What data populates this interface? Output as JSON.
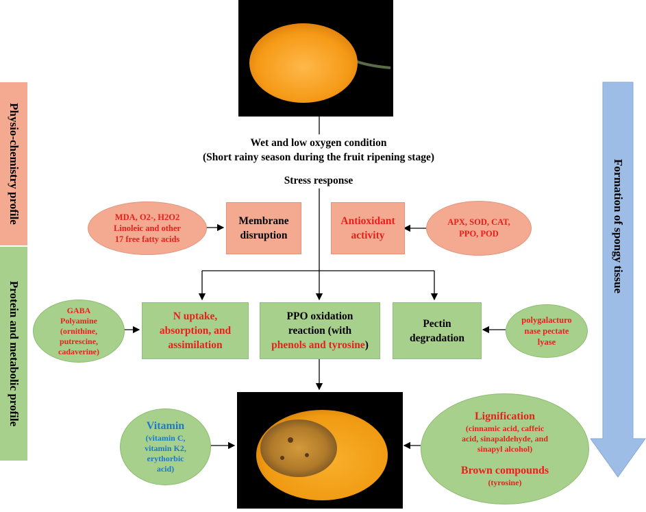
{
  "side_labels": {
    "physio": "Physio-chemistry profile",
    "protein": "Protein and metabolic profile",
    "formation": "Formation of spongy  tissue"
  },
  "condition": {
    "line1": "Wet and low oxygen condition",
    "line2": "(Short rainy season during the fruit ripening stage)"
  },
  "stress": "Stress response",
  "membrane_inputs": {
    "line1": "MDA, O2-, H2O2",
    "line2": "Linoleic and other",
    "line3": "17 free fatty acids"
  },
  "membrane": {
    "line1": "Membrane",
    "line2": "disruption"
  },
  "antioxidant": {
    "line1": "Antioxidant",
    "line2": "activity"
  },
  "enzymes": {
    "line1": "APX, SOD, CAT,",
    "line2": "PPO, POD"
  },
  "gaba": {
    "line1": "GABA",
    "line2": "Polyamine",
    "line3": "(ornithine,",
    "line4": "putrescine,",
    "line5": "cadaverine)"
  },
  "n_uptake": {
    "line1": "N uptake,",
    "line2": "absorption, and",
    "line3": "assimilation"
  },
  "ppo": {
    "line1": "PPO oxidation",
    "line2": "reaction (with",
    "line3_red": "phenols and tyrosine",
    "line3_tail": ")"
  },
  "pectin": {
    "line1": "Pectin",
    "line2": "degradation"
  },
  "polygalacturonase": {
    "line1": "polygalacturo",
    "line2": "nase  pectate",
    "line3": "lyase"
  },
  "vitamin": {
    "title": "Vitamin",
    "line1": "(vitamin C,",
    "line2": "vitamin K2,",
    "line3": "erythorbic",
    "line4": "acid)"
  },
  "lignification": {
    "title": "Lignification",
    "line1": "(cinnamic acid, caffeic",
    "line2": "acid, sinapaldehyde, and",
    "line3": "sinapyl alcohol)",
    "brown_title": "Brown compounds",
    "brown_sub": "(tyrosine)"
  },
  "colors": {
    "orange_fill": "#f4aa90",
    "green_fill": "#a8d08d",
    "red_text": "#e8201c",
    "blue_text": "#1b79c8",
    "blue_arrow": "#9dbde6"
  },
  "icons": [
    "healthy-mango-photo",
    "spongy-mango-photo",
    "down-arrow-icon"
  ]
}
